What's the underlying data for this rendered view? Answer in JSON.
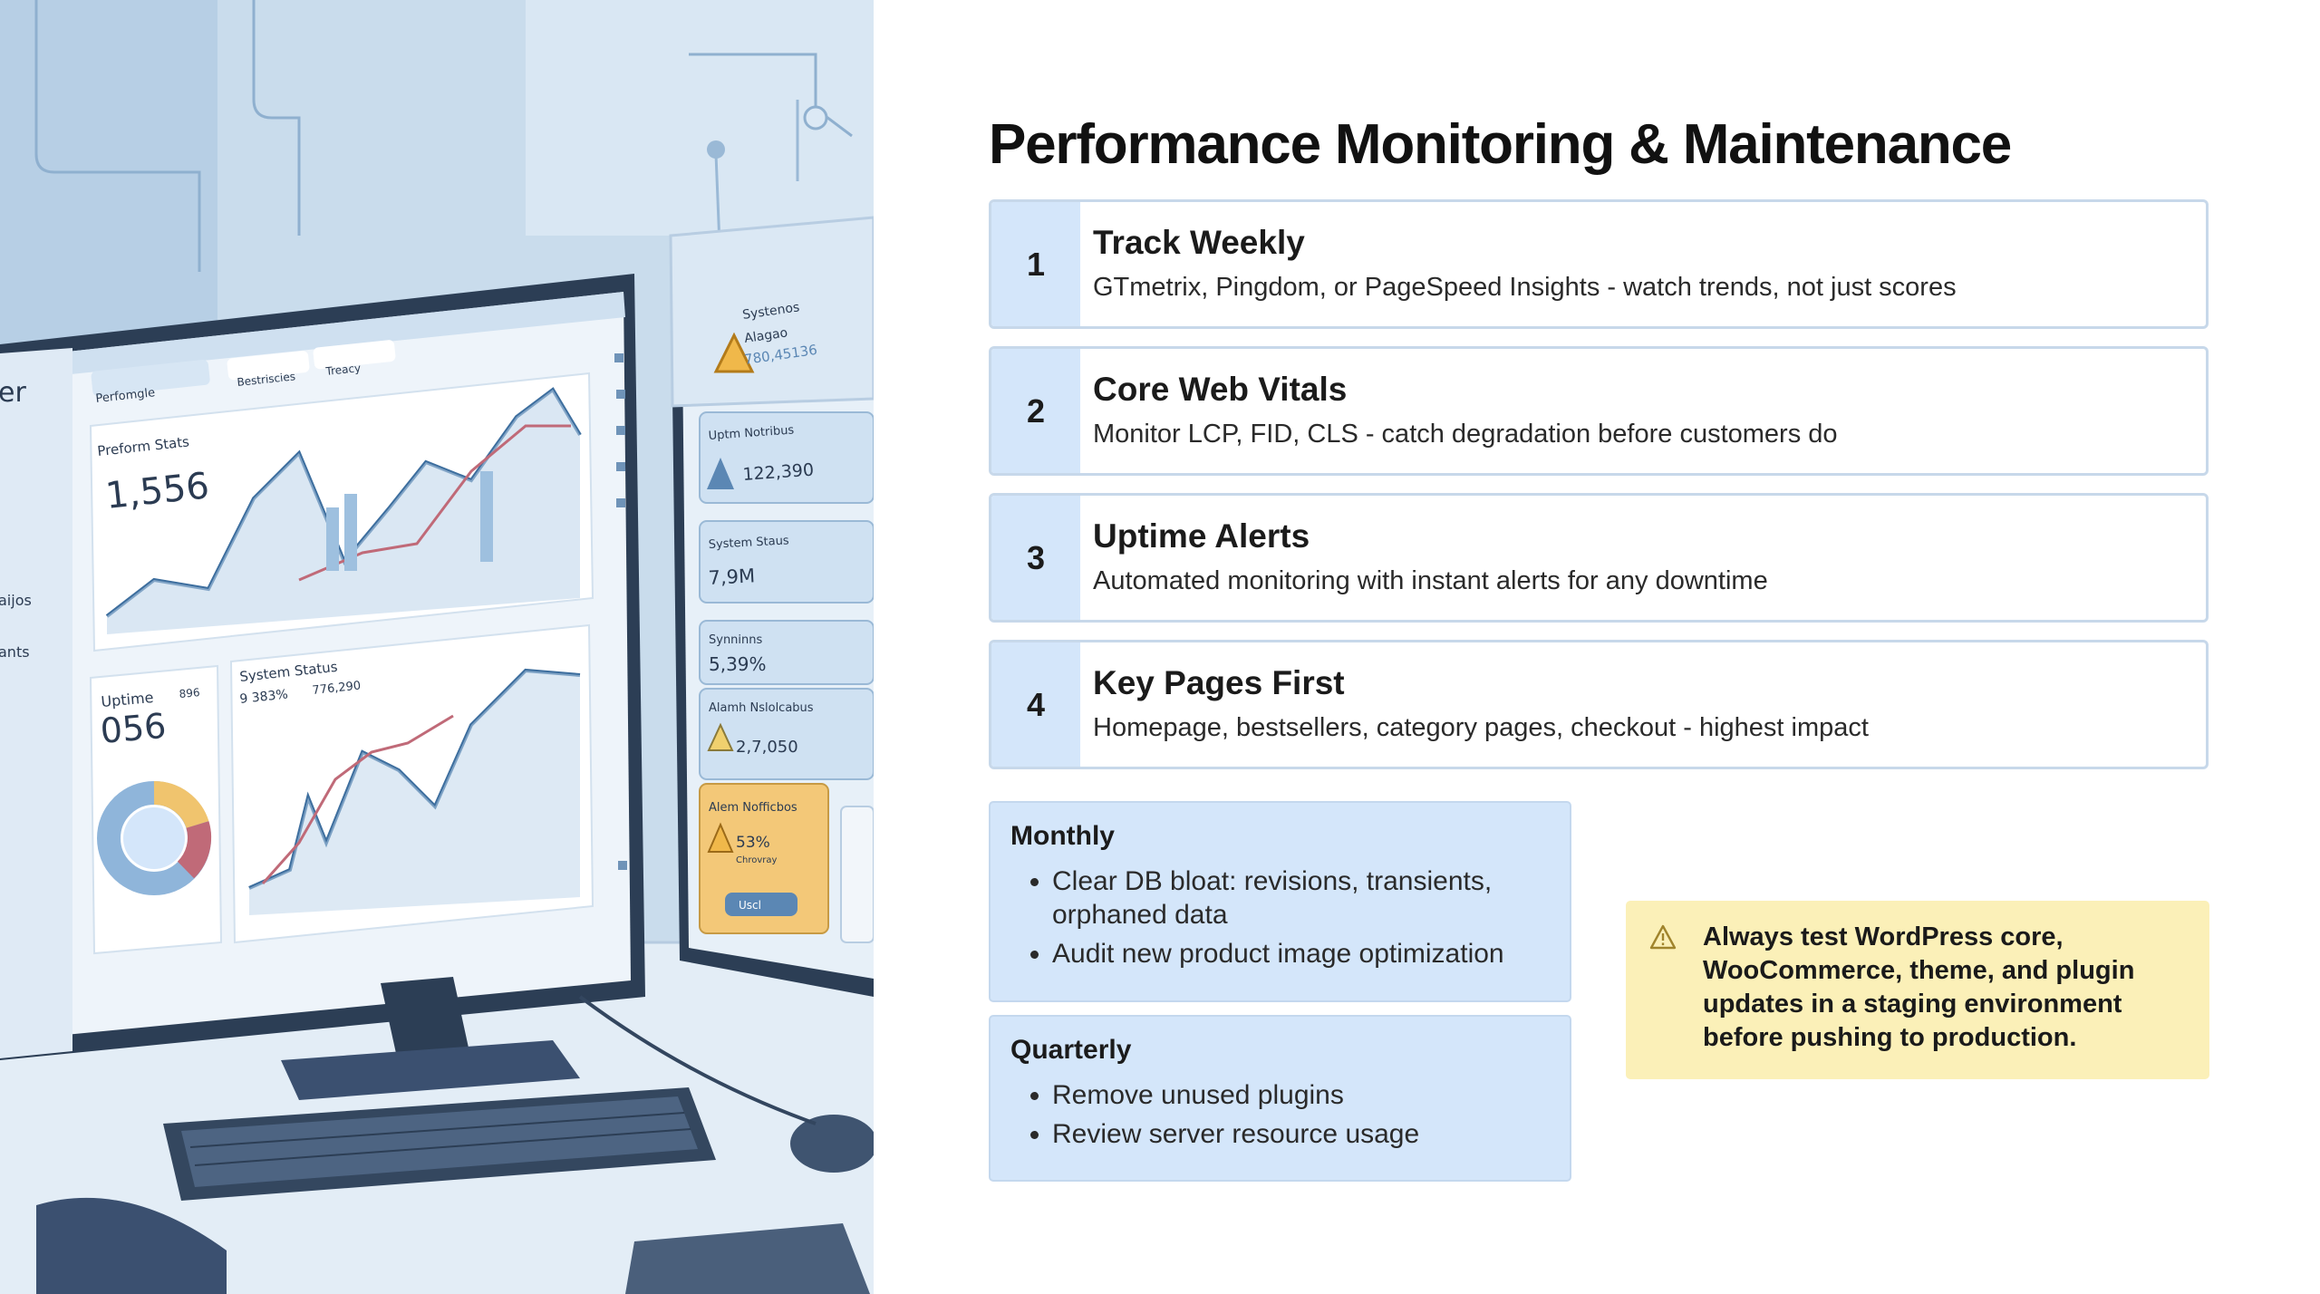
{
  "slide": {
    "title": "Performance Monitoring & Maintenance",
    "steps": [
      {
        "number": "1",
        "title": "Track Weekly",
        "description": "GTmetrix, Pingdom, or PageSpeed Insights - watch trends, not just scores"
      },
      {
        "number": "2",
        "title": "Core Web Vitals",
        "description": "Monitor LCP, FID, CLS - catch degradation before customers do"
      },
      {
        "number": "3",
        "title": "Uptime Alerts",
        "description": "Automated monitoring with instant alerts for any downtime"
      },
      {
        "number": "4",
        "title": "Key Pages First",
        "description": "Homepage, bestsellers, category pages, checkout - highest impact"
      }
    ],
    "monthly": {
      "title": "Monthly",
      "items": [
        "Clear DB bloat: revisions, transients, orphaned data",
        "Audit new product image optimization"
      ]
    },
    "quarterly": {
      "title": "Quarterly",
      "items": [
        "Remove unused plugins",
        "Review server resource usage"
      ]
    },
    "callout": {
      "icon": "warning-icon",
      "text": "Always test WordPress core, WooCommerce, theme, and plugin updates in a staging environment before pushing to production."
    }
  },
  "illustration": {
    "main_monitor": {
      "tab_1": "Perfomgle",
      "tab_2": "Bestriscies",
      "search": "Treacy",
      "chart_1_title": "Preform Stats",
      "chart_1_value": "1,556",
      "uptime_label": "Uptime",
      "uptime_value": "056",
      "uptime_badge": "896",
      "chart_2_title": "System Status",
      "chart_2_stat_a": "9 383%",
      "chart_2_stat_b": "776,290",
      "sidebar_label_1": "er",
      "sidebar_label_2": "aijos",
      "sidebar_label_3": "ants"
    },
    "side_monitor": {
      "alert_title": "Systenos",
      "alert_sub": "Alagao",
      "alert_value": "780,45136",
      "card_1_title": "Uptm Notribus",
      "card_1_value": "122,390",
      "card_2_title": "System Staus",
      "card_2_value": "7,9M",
      "card_3_title": "Synninns",
      "card_3_value": "5,39%",
      "card_4_title": "Alamh Nslolcabus",
      "card_4_value": "2,7,050",
      "card_5_title": "Alem Nofficbos",
      "card_5_value": "53%",
      "card_5_sub": "Chrovray",
      "button": "Uscl"
    },
    "colors": {
      "background": "#c9dcec",
      "monitor_frame": "#2c3e55",
      "line_blue": "#3d6e9e",
      "line_red": "#c06a78",
      "alert_orange": "#f3c878"
    }
  }
}
